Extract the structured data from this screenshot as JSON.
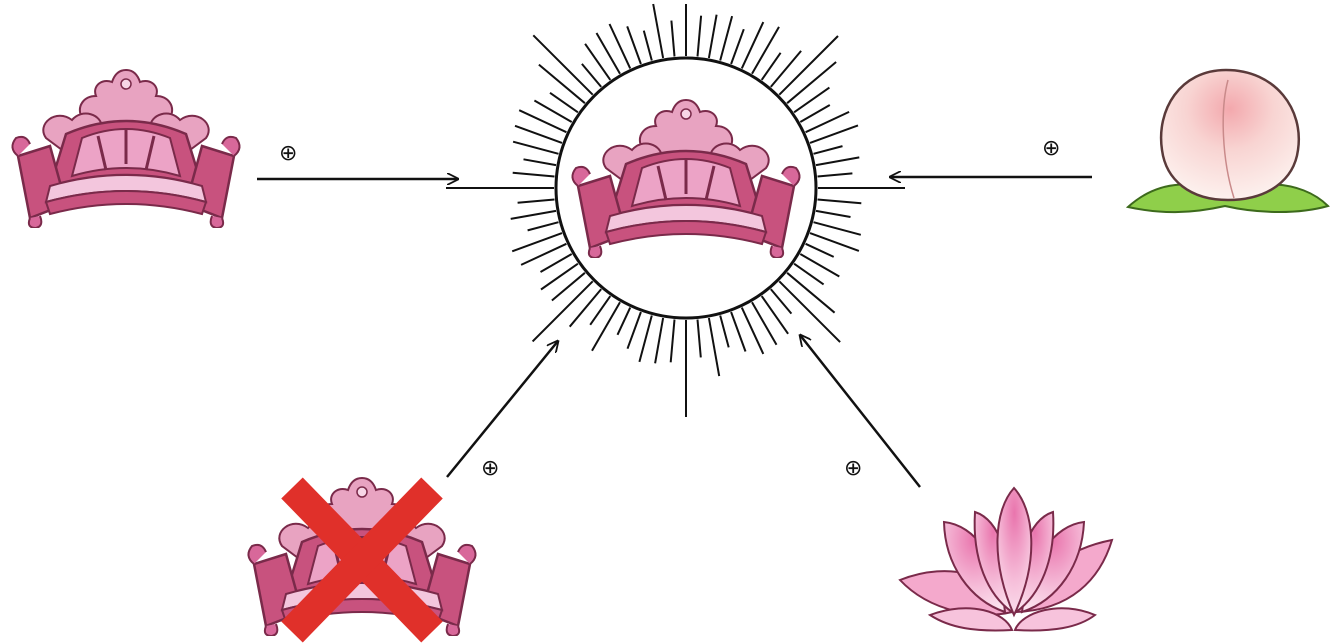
{
  "diagram": {
    "operator_symbol": "⊕",
    "colors": {
      "crown_main": "#c8527e",
      "crown_light": "#eca3c6",
      "crown_pale": "#f3c6dd",
      "crown_outline": "#7a2a4a",
      "cross": "#e0302a",
      "peach_light": "#fbe6e2",
      "peach_blush": "#f3b4b4",
      "leaf": "#8fcf4a",
      "lotus_light": "#f8cfe3",
      "lotus_mid": "#eb8fbd",
      "line": "#111111"
    },
    "nodes": [
      {
        "id": "crown-left",
        "icon": "crown-icon",
        "role": "input"
      },
      {
        "id": "peach",
        "icon": "peach-icon",
        "role": "input"
      },
      {
        "id": "crown-crossed",
        "icon": "crown-icon",
        "role": "input",
        "crossed_out": true
      },
      {
        "id": "lotus",
        "icon": "lotus-icon",
        "role": "input"
      },
      {
        "id": "crown-center",
        "icon": "crown-icon",
        "role": "result",
        "highlighted": true
      }
    ]
  }
}
